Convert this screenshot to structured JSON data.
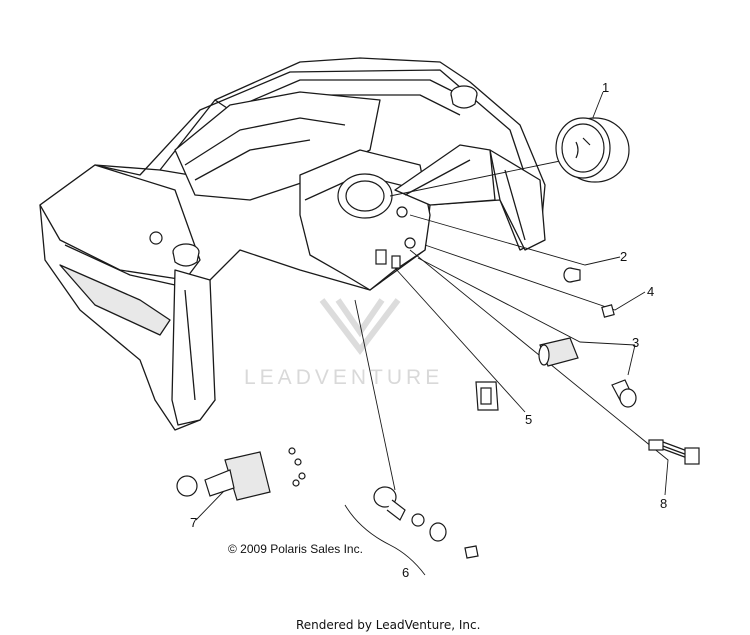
{
  "callouts": [
    {
      "label": "1"
    },
    {
      "label": "2"
    },
    {
      "label": "3"
    },
    {
      "label": "4"
    },
    {
      "label": "5"
    },
    {
      "label": "6"
    },
    {
      "label": "7"
    },
    {
      "label": "8"
    }
  ],
  "copyright": "© 2009 Polaris Sales Inc.",
  "watermark": "LEADVENTURE",
  "footer": "Rendered by LeadVenture, Inc.",
  "colors": {
    "line": "#1a1a1a",
    "watermark": "#d9d9d9",
    "shade": "#cfcfcf"
  }
}
